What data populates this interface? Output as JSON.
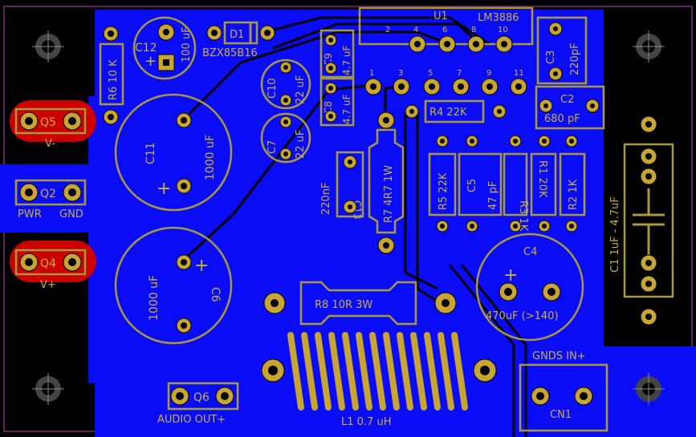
{
  "labels": {
    "u1": "U1",
    "lm3886": "LM3886",
    "u1_pins": [
      "2",
      "4",
      "6",
      "8",
      "10",
      "1",
      "3",
      "5",
      "7",
      "9",
      "11"
    ],
    "c12": "C12",
    "c12_val": "100 uF",
    "d1": "D1",
    "d1_part": "BZX85B16",
    "r6": "R6 10 K",
    "c9": "C9",
    "c9_val": "4.7 uF",
    "c10": "C10",
    "c10_val": "22 uF",
    "c8": "C8",
    "c8_val": "4.7 uF",
    "c7": "C7",
    "c7_val": "22 uF",
    "c3": "C3",
    "c3_val": "220pF",
    "c2": "C2",
    "c2_val": "680 pF",
    "r4": "R4 22K",
    "c11": "C11",
    "c11_val": "1000 uF",
    "c13": "C13",
    "c13_val": "220nF",
    "r7": "R7 4R7 1W",
    "r5": "R5 22K",
    "c5": "C5",
    "c5_val": "47 pF",
    "r3": "R3 1K",
    "r1": "R1 20K",
    "r2": "R2 1K",
    "c1": "C1 1uF - 4.7uF",
    "q5": "Q5",
    "v_minus": "V-",
    "q2": "Q2",
    "pwr": "PWR",
    "gnd": "GND",
    "q4": "Q4",
    "v_plus": "V+",
    "c6_val": "1000 uF",
    "c6": "C6",
    "c4": "C4",
    "c4_val": "470uF (>140)",
    "r8": "R8  10R  3W",
    "gnds_in": "GNDS IN+",
    "cn1": "CN1",
    "q6": "Q6",
    "audio_out": "AUDIO OUT+",
    "l1": "L1    0.7 uH",
    "plus": "+"
  },
  "colors": {
    "board": "#0a0cf5",
    "silk": "#c8b040",
    "pad": "#c8a430",
    "trace_highlight": "#cc0000",
    "outline": "#7a2a7a"
  }
}
